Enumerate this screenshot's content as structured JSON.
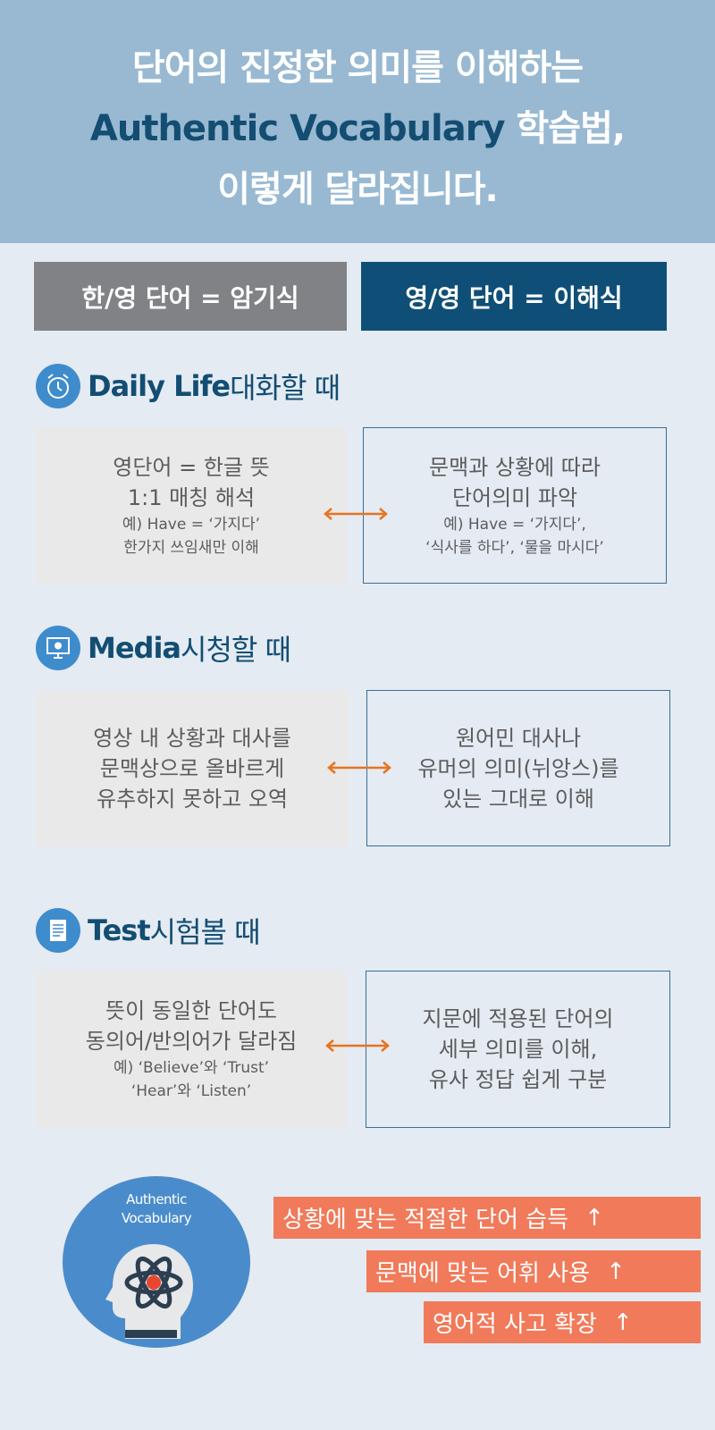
{
  "header": {
    "line1": "단어의 진정한 의미를 이해하는",
    "line2_en": "Authentic Vocabulary",
    "line2_ko": " 학습법,",
    "line3": "이렇게 달라집니다."
  },
  "tags": {
    "left": "한/영 단어 = 암기식",
    "right": "영/영 단어 = 이해식"
  },
  "sections": [
    {
      "icon": "alarm-clock-icon",
      "title_en": "Daily Life",
      "title_ko": " 대화할 때",
      "left": {
        "main": [
          "영단어 = 한글 뜻",
          "1:1 매칭 해석"
        ],
        "sub": [
          "예) Have = ‘가지다’",
          "한가지 쓰임새만 이해"
        ]
      },
      "right": {
        "main": [
          "문맥과 상황에 따라",
          "단어의미 파악"
        ],
        "sub": [
          "예) Have = ‘가지다’,",
          "‘식사를 하다’, ‘물을 마시다’"
        ]
      }
    },
    {
      "icon": "monitor-icon",
      "title_en": "Media",
      "title_ko": " 시청할 때",
      "left": {
        "main": [
          "영상 내 상황과 대사를",
          "문맥상으로 올바르게",
          "유추하지 못하고 오역"
        ]
      },
      "right": {
        "main": [
          "원어민 대사나",
          "유머의 의미(뉘앙스)를",
          "있는 그대로 이해"
        ]
      }
    },
    {
      "icon": "document-icon",
      "title_en": "Test",
      "title_ko": " 시험볼 때",
      "left": {
        "main": [
          "뜻이 동일한 단어도",
          "동의어/반의어가 달라짐"
        ],
        "sub": [
          "예) ‘Believe’와 ‘Trust’",
          "‘Hear’와 ‘Listen’"
        ]
      },
      "right": {
        "main": [
          "지문에 적용된 단어의",
          "세부 의미를 이해,",
          "유사 정답 쉽게 구분"
        ]
      }
    }
  ],
  "badge": {
    "line1": "Authentic",
    "line2": "Vocabulary"
  },
  "benefits": [
    "상황에 맞는 적절한 단어 습득",
    "문맥에 맞는 어휘 사용",
    "영어적 사고 확장"
  ],
  "benefit_arrow": "↑",
  "colors": {
    "navy": "#134d72",
    "orange": "#f07a5a",
    "header": "#98b9d1"
  }
}
